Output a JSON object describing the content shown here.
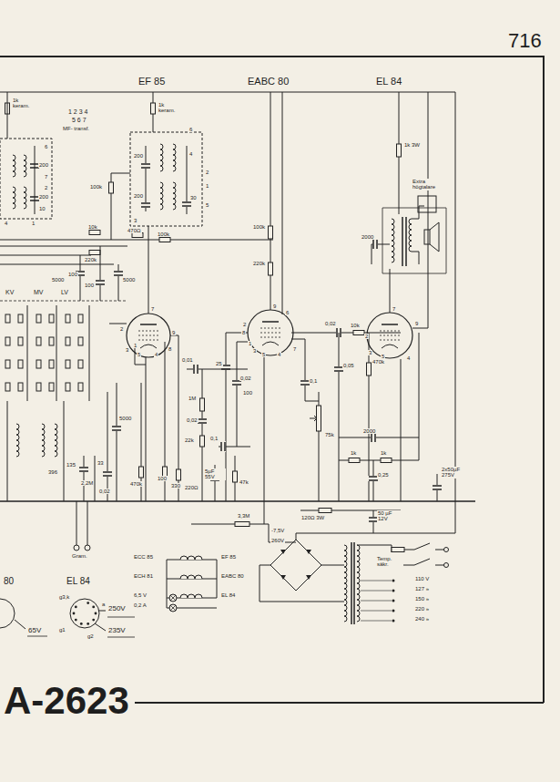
{
  "diagram": {
    "title": "A-2623",
    "labels": [
      "716",
      "EF 85",
      "EABC 80",
      "EL 84",
      "1k keram.",
      "1 2 3 4",
      "5 6 7",
      "MF- transf.",
      "1k keram.",
      "6",
      "200",
      "7",
      "2",
      "200",
      "10",
      "4",
      "1",
      "200",
      "6",
      "4",
      "2",
      "200",
      "30",
      "1",
      "3",
      "5",
      "100k",
      "470Ω",
      "10k",
      "220k",
      "100k",
      "100",
      "100",
      "5000",
      "5000",
      "KV",
      "MV",
      "LV",
      "7",
      "2",
      "1",
      "3",
      "5",
      "4",
      "9",
      "8",
      "9",
      "6",
      "2",
      "8",
      "1",
      "3",
      "5",
      "4",
      "7",
      "7",
      "2",
      "3",
      "9",
      "5",
      "4",
      "1k 3W",
      "Extra högtalare",
      "2000",
      "100k",
      "220k",
      "0,02",
      "10k",
      "0,05",
      "470k",
      "0,1",
      "75k",
      "2000",
      "1k",
      "1k",
      "0,25",
      "0,01",
      "1M",
      "0,02",
      "22k",
      "0,02",
      "25",
      "100",
      "0,1",
      "5µF 55V",
      "47k",
      "220Ω",
      "100",
      "330",
      "470k",
      "396",
      "135",
      "33",
      "2,2M",
      "0,02",
      "5000",
      "120Ω 3W",
      "50 µF 12V",
      "2x50µF 275V",
      "3,3M",
      "-7,5V",
      "260V",
      "Temp. säkr.",
      "110 V",
      "127 »",
      "150 »",
      "220 »",
      "240 »",
      "Gram.",
      "ECC 85",
      "ECH 81",
      "6,5 V",
      "0,2 A",
      "EF 85",
      "EABC 80",
      "EL 84",
      "80",
      "EL 84",
      "65V",
      "250V",
      "235V",
      "g3,k",
      "a",
      "g1",
      "g2"
    ]
  }
}
